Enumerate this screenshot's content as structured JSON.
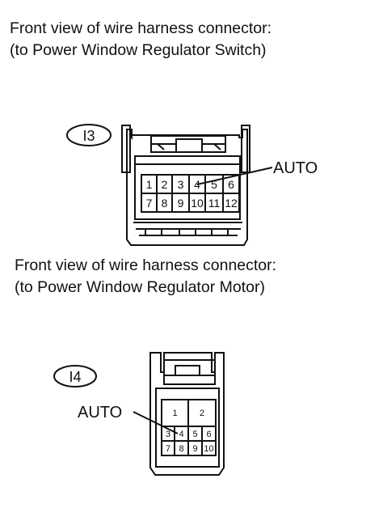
{
  "connector_i3": {
    "caption_line1": "Front view of wire harness connector:",
    "caption_line2": "(to Power Window Regulator Switch)",
    "code": "I3",
    "terminals": [
      "1",
      "2",
      "3",
      "4",
      "5",
      "6",
      "7",
      "8",
      "9",
      "10",
      "11",
      "12"
    ],
    "callout": "AUTO"
  },
  "connector_i4": {
    "caption_line1": "Front view of wire harness connector:",
    "caption_line2": "(to Power Window Regulator Motor)",
    "code": "I4",
    "terminals": [
      "1",
      "2",
      "3",
      "4",
      "5",
      "6",
      "7",
      "8",
      "9",
      "10"
    ],
    "callout": "AUTO"
  }
}
